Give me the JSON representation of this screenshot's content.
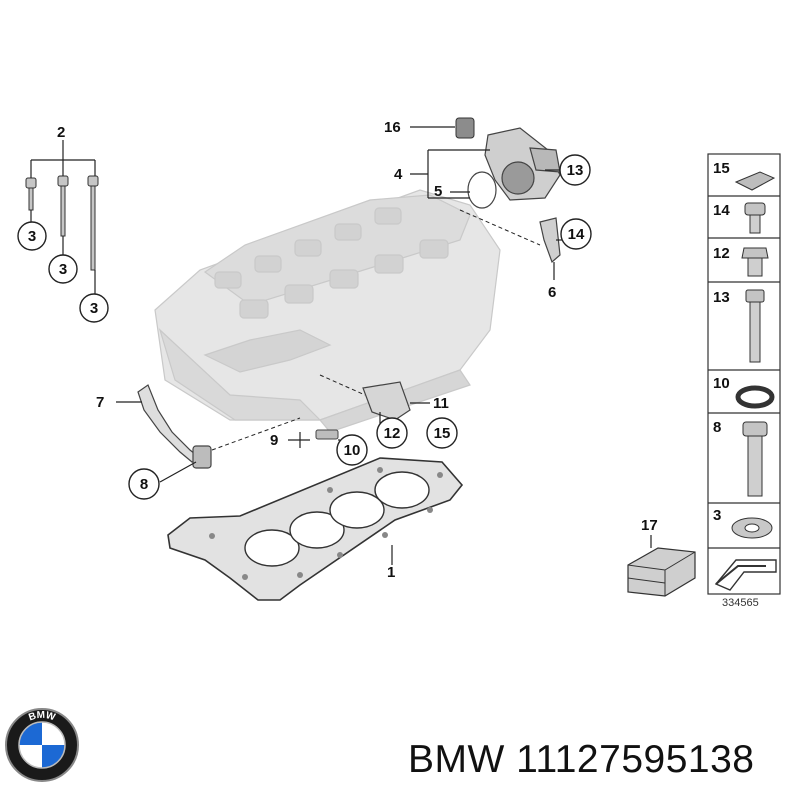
{
  "callouts": {
    "c1": "1",
    "c2": "2",
    "c3a": "3",
    "c3b": "3",
    "c3c": "3",
    "c4": "4",
    "c5": "5",
    "c6": "6",
    "c7": "7",
    "c8": "8",
    "c9": "9",
    "c10": "10",
    "c11": "11",
    "c12": "12",
    "c13": "13",
    "c14": "14",
    "c15": "15",
    "c16": "16"
  },
  "legend": {
    "items": [
      "15",
      "14",
      "12",
      "13",
      "10",
      "8",
      "3"
    ],
    "kit_number": "17",
    "reference": "334565"
  },
  "logo": {
    "letters": "BMW"
  },
  "footer": {
    "brand": "BMW",
    "part_number": "11127595138"
  },
  "colors": {
    "logo_blue": "#1c69d4",
    "logo_ring": "#1a1a1a",
    "part_gray": "#c8c8c8"
  }
}
